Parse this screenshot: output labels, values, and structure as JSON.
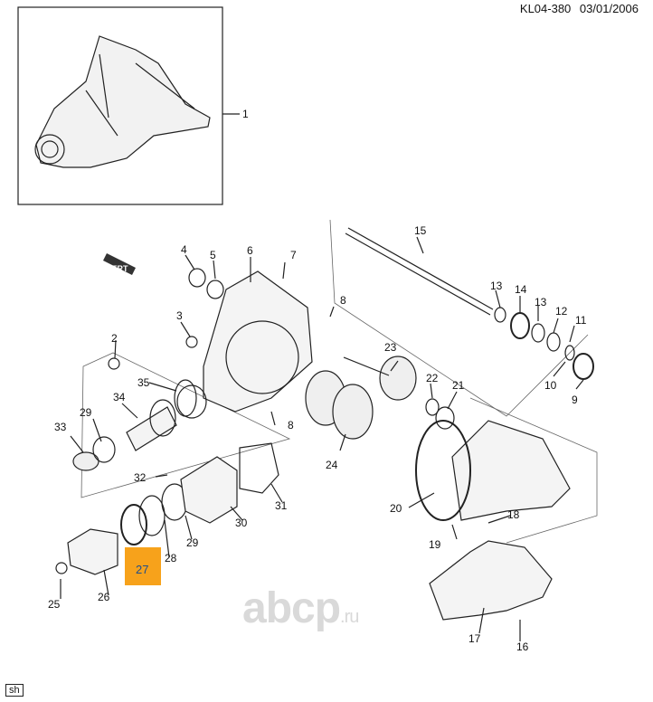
{
  "header": {
    "doc_code": "KL04-380",
    "doc_date": "03/01/2006"
  },
  "footer": {
    "corner_tag": "sh"
  },
  "watermark": {
    "brand": "abcp",
    "tld": ".ru"
  },
  "arrow_label": "FRT",
  "highlight": {
    "part": "27",
    "color": "#f7a21b"
  },
  "parts": [
    {
      "id": "p1",
      "num": "1"
    },
    {
      "id": "p2",
      "num": "2"
    },
    {
      "id": "p3",
      "num": "3"
    },
    {
      "id": "p4",
      "num": "4"
    },
    {
      "id": "p5",
      "num": "5"
    },
    {
      "id": "p6",
      "num": "6"
    },
    {
      "id": "p7",
      "num": "7"
    },
    {
      "id": "p8a",
      "num": "8"
    },
    {
      "id": "p8b",
      "num": "8"
    },
    {
      "id": "p9",
      "num": "9"
    },
    {
      "id": "p10",
      "num": "10"
    },
    {
      "id": "p11",
      "num": "11"
    },
    {
      "id": "p12",
      "num": "12"
    },
    {
      "id": "p13a",
      "num": "13"
    },
    {
      "id": "p13b",
      "num": "13"
    },
    {
      "id": "p14",
      "num": "14"
    },
    {
      "id": "p15",
      "num": "15"
    },
    {
      "id": "p16",
      "num": "16"
    },
    {
      "id": "p17",
      "num": "17"
    },
    {
      "id": "p18",
      "num": "18"
    },
    {
      "id": "p19",
      "num": "19"
    },
    {
      "id": "p20",
      "num": "20"
    },
    {
      "id": "p21",
      "num": "21"
    },
    {
      "id": "p22",
      "num": "22"
    },
    {
      "id": "p23",
      "num": "23"
    },
    {
      "id": "p24",
      "num": "24"
    },
    {
      "id": "p25",
      "num": "25"
    },
    {
      "id": "p26",
      "num": "26"
    },
    {
      "id": "p28",
      "num": "28"
    },
    {
      "id": "p29a",
      "num": "29"
    },
    {
      "id": "p29b",
      "num": "29"
    },
    {
      "id": "p30",
      "num": "30"
    },
    {
      "id": "p31",
      "num": "31"
    },
    {
      "id": "p32",
      "num": "32"
    },
    {
      "id": "p33",
      "num": "33"
    },
    {
      "id": "p34",
      "num": "34"
    },
    {
      "id": "p35",
      "num": "35"
    }
  ]
}
